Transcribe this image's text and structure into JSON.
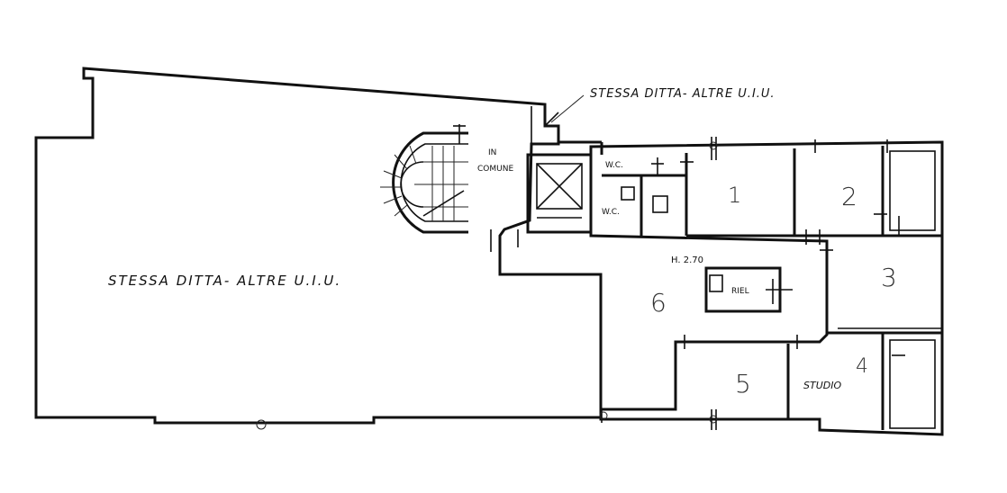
{
  "labels": {
    "neighbor_top": "STESSA DITTA- ALTRE U.I.U.",
    "neighbor_left": "STESSA DITTA- ALTRE U.I.U.",
    "in_comune_1": "IN",
    "in_comune_2": "COMUNE",
    "wc_1": "W.C.",
    "wc_2": "W.C.",
    "height": "H. 2.70",
    "heater": "RIEL",
    "studio": "STUDIO"
  },
  "room_numbers": {
    "r1": "1",
    "r2": "2",
    "r3": "3",
    "r4": "4",
    "r5": "5",
    "r6": "6"
  }
}
